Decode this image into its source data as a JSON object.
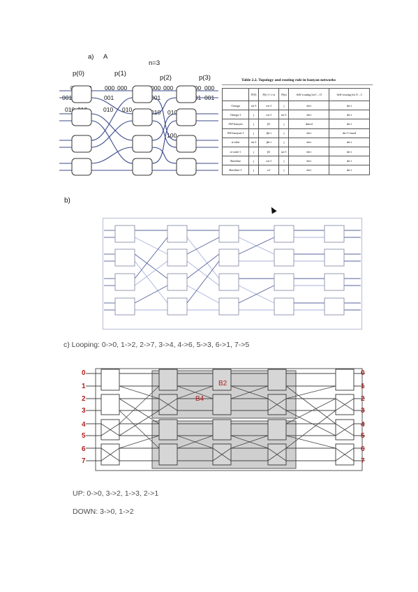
{
  "part_a": {
    "marker": "a)",
    "letter": "A",
    "n_label": "n=3",
    "stage_labels": [
      "p(0)",
      "p(1)",
      "p(2)",
      "p(3)"
    ],
    "bits": {
      "r000": "000",
      "r001": "001",
      "r010": "010",
      "r100": "100"
    }
  },
  "routing_table": {
    "title": "Table 2.2. Topology and routing rule in banyan networks",
    "headers": [
      "",
      "P(0)",
      "P(i) 1<i<n",
      "P(n)",
      "Self-routing bit I→O",
      "Self-routing bit O→I"
    ],
    "rows": [
      [
        "Omega",
        "σn-1",
        "σn-1",
        "j",
        "dn-i",
        "dn-i"
      ],
      [
        "Omega-1",
        "j",
        "σn-1",
        "σn-1",
        "dn-i",
        "dn-i"
      ],
      [
        "SW-banyan",
        "j",
        "β1",
        "j",
        "dmod",
        "dn-i"
      ],
      [
        "SW-banyan-1",
        "j",
        "βn-i",
        "j",
        "dn-i",
        "dn+1-imod"
      ],
      [
        "n-cube",
        "σn-1",
        "βn-i",
        "j",
        "dn-i",
        "dn-i"
      ],
      [
        "n-cube-1",
        "j",
        "β1",
        "σn-1",
        "dn-i",
        "dn-i"
      ],
      [
        "Baseline",
        "j",
        "σn-1",
        "j",
        "dn-i",
        "dn-i"
      ],
      [
        "Baseline-1",
        "j",
        "σ1",
        "j",
        "dn-i",
        "dn-i"
      ]
    ]
  },
  "part_b": {
    "marker": "b)"
  },
  "part_c": {
    "caption": "c) Looping: 0->0, 1->2, 2->7, 3->4, 4->6, 5->3, 6->1, 7->5",
    "port_numbers": [
      "0",
      "1",
      "2",
      "3",
      "4",
      "5",
      "6",
      "7"
    ],
    "block_labels": [
      "B2",
      "B4"
    ],
    "up_line": "UP: 0->0, 3->2, 1->3, 2->1",
    "down_line": "DOWN: 3->0, 1->2"
  },
  "colors": {
    "wire_blue": "#3b4a8a",
    "light_blue": "#a8b2dc",
    "red_label": "#b02020",
    "shade": "#cfcfcf"
  }
}
